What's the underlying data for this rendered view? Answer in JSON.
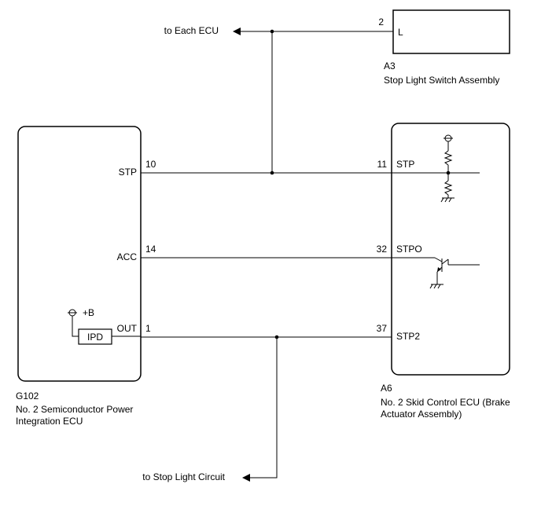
{
  "components": {
    "a3": {
      "code": "A3",
      "name": "Stop Light Switch Assembly",
      "pin_number": "2",
      "pin_name": "L"
    },
    "g102": {
      "code": "G102",
      "name_line1": "No. 2 Semiconductor Power",
      "name_line2": "Integration ECU",
      "pins": {
        "stp": {
          "name": "STP",
          "number": "10"
        },
        "acc": {
          "name": "ACC",
          "number": "14"
        },
        "out": {
          "name": "OUT",
          "number": "1"
        }
      },
      "ipd_label": "IPD",
      "supply_label": "+B"
    },
    "a6": {
      "code": "A6",
      "name_line1": "No. 2 Skid Control ECU (Brake",
      "name_line2": "Actuator Assembly)",
      "pins": {
        "stp": {
          "name": "STP",
          "number": "11"
        },
        "stpo": {
          "name": "STPO",
          "number": "32"
        },
        "stp2": {
          "name": "STP2",
          "number": "37"
        }
      }
    }
  },
  "connections": {
    "to_each_ecu": "to Each ECU",
    "to_stop_light_circuit": "to Stop Light Circuit"
  }
}
